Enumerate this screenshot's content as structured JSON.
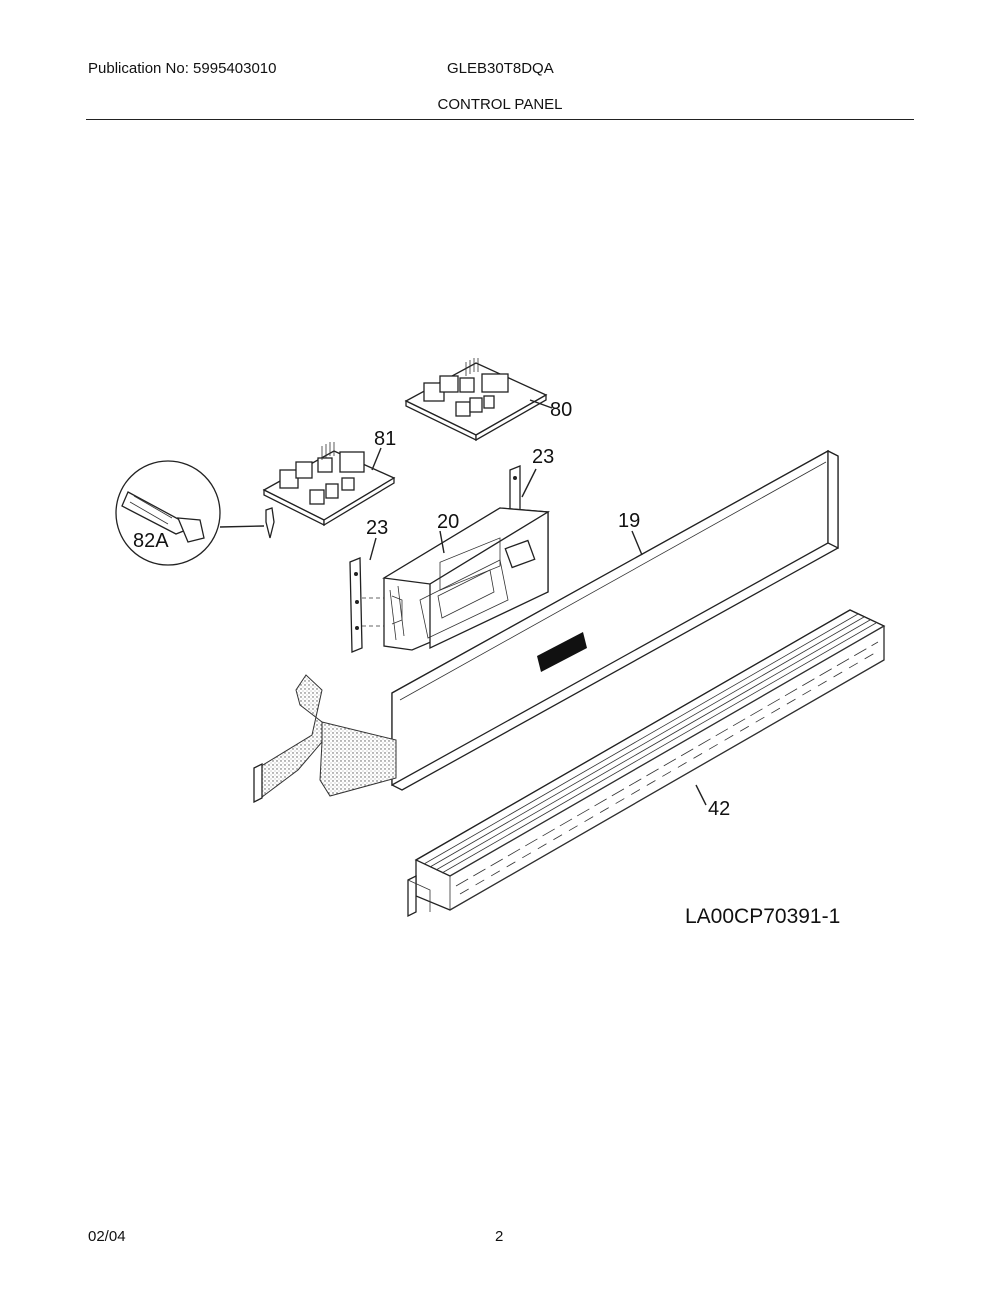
{
  "header": {
    "publication": "Publication No: 5995403010",
    "model": "GLEB30T8DQA",
    "section_title": "CONTROL PANEL"
  },
  "callouts": [
    "80",
    "81",
    "23",
    "20",
    "23",
    "19",
    "82A",
    "42"
  ],
  "drawing_id": "LA00CP70391-1",
  "footer": {
    "date": "02/04",
    "page": "2"
  }
}
